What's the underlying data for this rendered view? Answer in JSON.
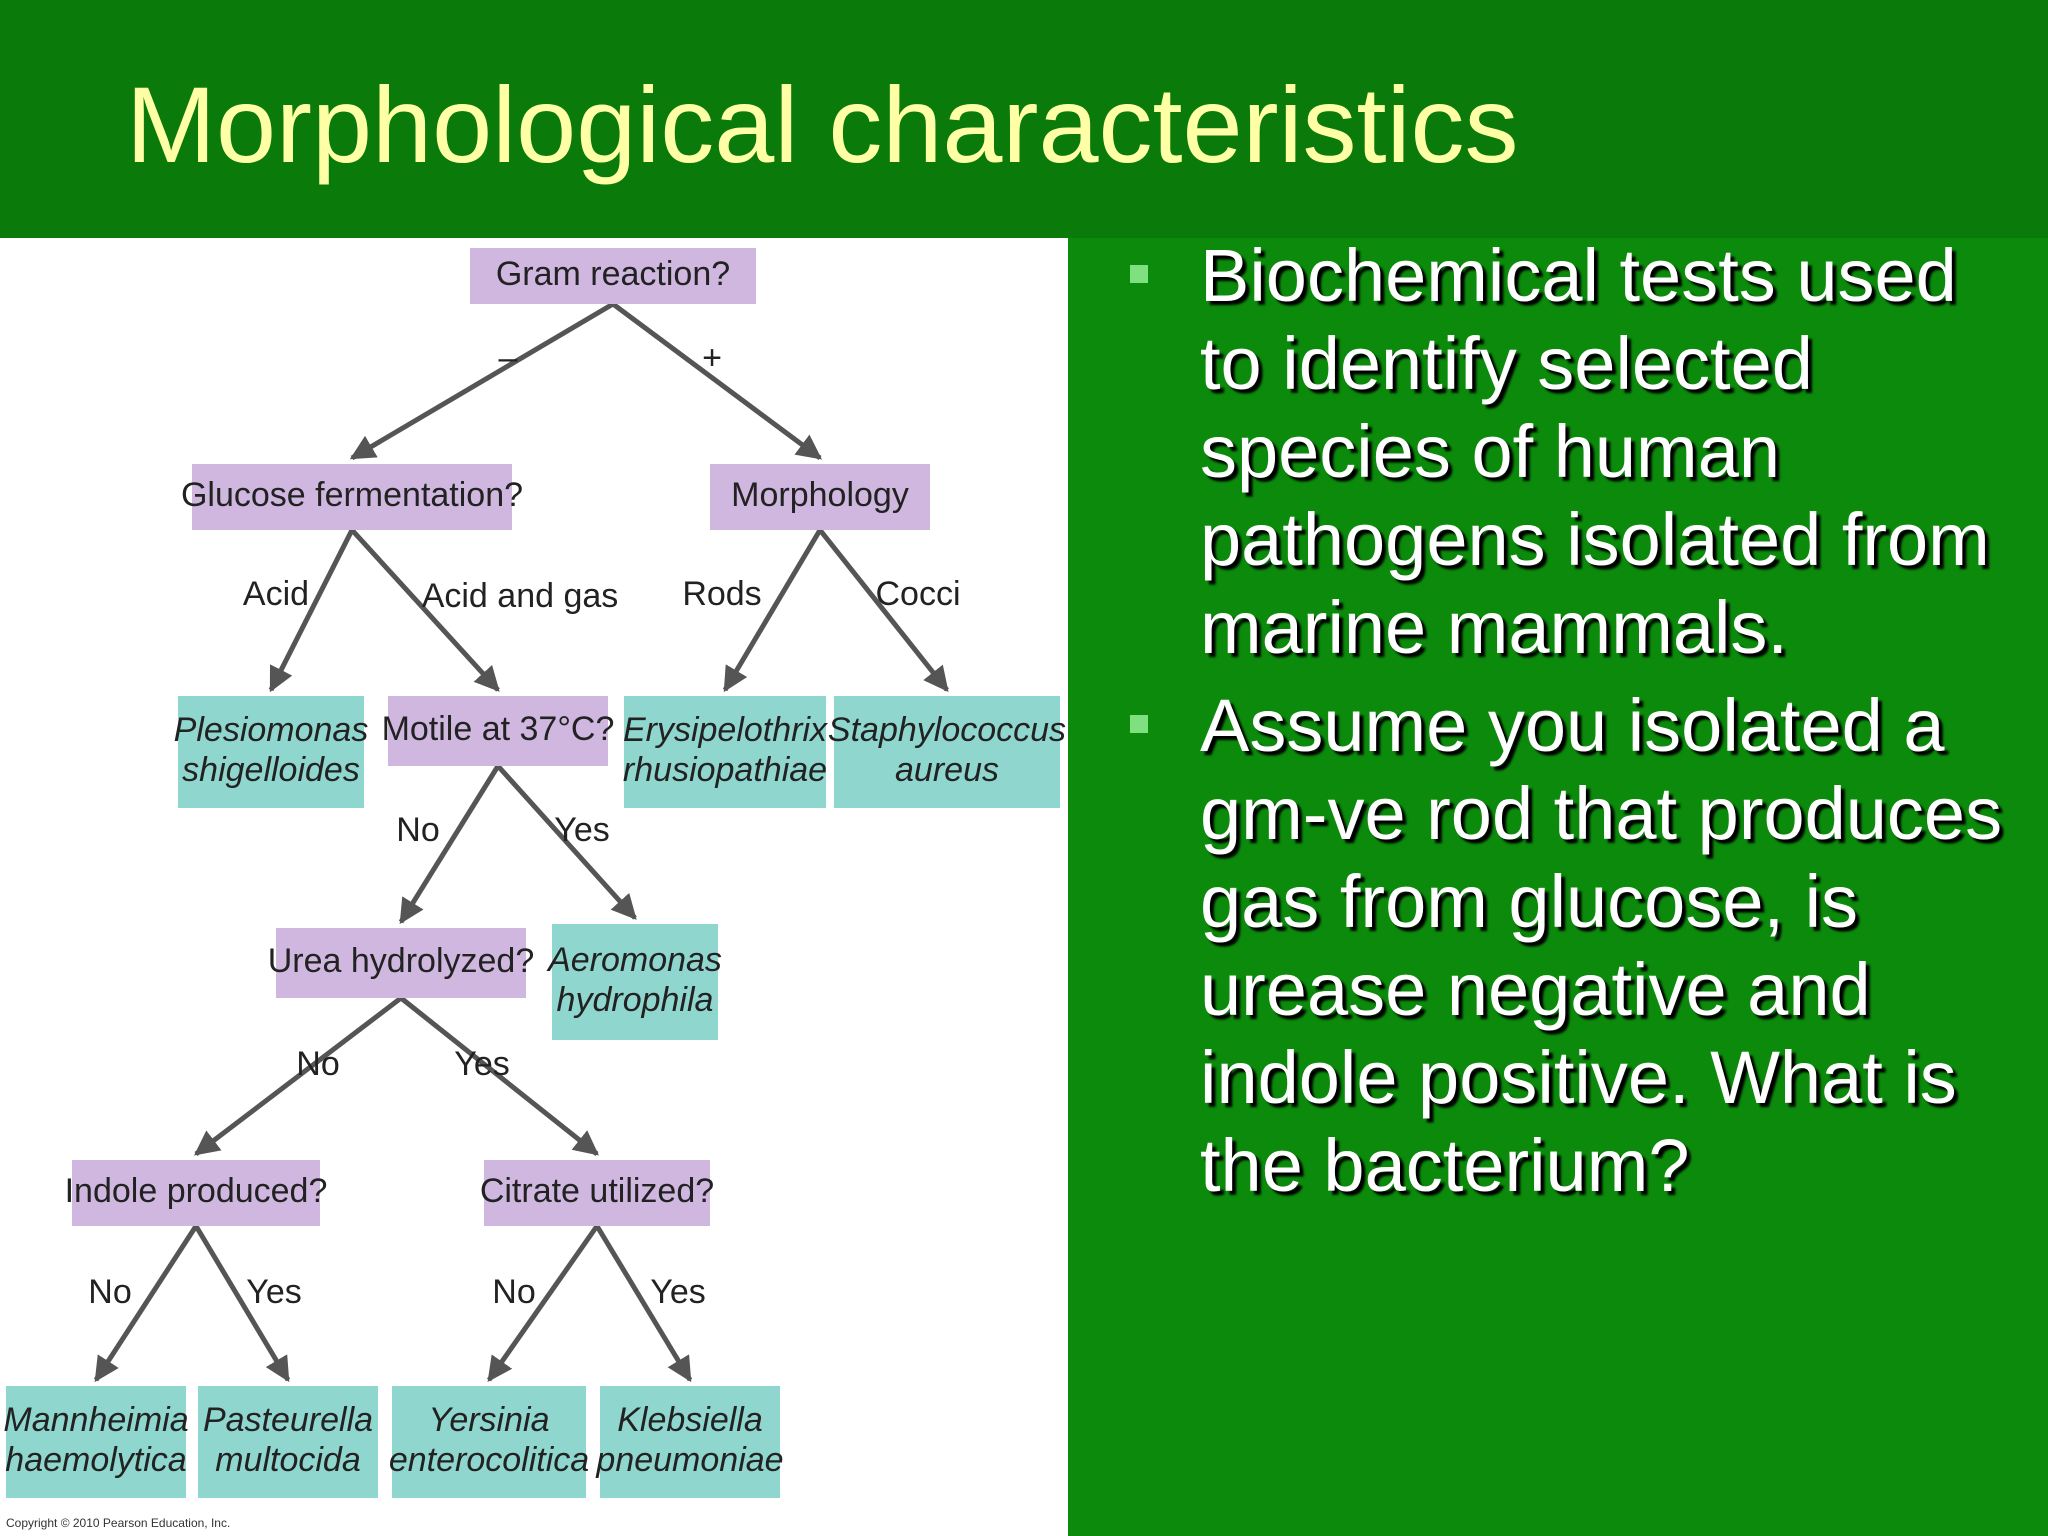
{
  "slide": {
    "title": "Morphological characteristics",
    "colors": {
      "background": "#0b8a0b",
      "title": "#ffffa6",
      "question_node": "#cfb7e0",
      "answer_node": "#8fd6ce"
    }
  },
  "diagram": {
    "nodes": {
      "gram": {
        "lines": [
          "Gram reaction?"
        ],
        "kind": "question"
      },
      "glucose": {
        "lines": [
          "Glucose fermentation?"
        ],
        "kind": "question"
      },
      "morphology": {
        "lines": [
          "Morphology"
        ],
        "kind": "question"
      },
      "plesiomonas": {
        "lines": [
          "Plesiomonas",
          "shigelloides"
        ],
        "kind": "answer"
      },
      "motile": {
        "lines": [
          "Motile at 37°C?"
        ],
        "kind": "question"
      },
      "erysipelothrix": {
        "lines": [
          "Erysipelothrix",
          "rhusiopathiae"
        ],
        "kind": "answer"
      },
      "staphylococcus": {
        "lines": [
          "Staphylococcus",
          "aureus"
        ],
        "kind": "answer"
      },
      "urea": {
        "lines": [
          "Urea hydrolyzed?"
        ],
        "kind": "question"
      },
      "aeromonas": {
        "lines": [
          "Aeromonas",
          "hydrophila"
        ],
        "kind": "answer"
      },
      "indole": {
        "lines": [
          "Indole produced?"
        ],
        "kind": "question"
      },
      "citrate": {
        "lines": [
          "Citrate utilized?"
        ],
        "kind": "question"
      },
      "mannheimia": {
        "lines": [
          "Mannheimia",
          "haemolytica"
        ],
        "kind": "answer"
      },
      "pasteurella": {
        "lines": [
          "Pasteurella",
          "multocida"
        ],
        "kind": "answer"
      },
      "yersinia": {
        "lines": [
          "Yersinia",
          "enterocolitica"
        ],
        "kind": "answer"
      },
      "klebsiella": {
        "lines": [
          "Klebsiella",
          "pneumoniae"
        ],
        "kind": "answer"
      }
    },
    "edges": [
      {
        "from": "gram",
        "to": "glucose",
        "label": "–"
      },
      {
        "from": "gram",
        "to": "morphology",
        "label": "+"
      },
      {
        "from": "glucose",
        "to": "plesiomonas",
        "label": "Acid"
      },
      {
        "from": "glucose",
        "to": "motile",
        "label": "Acid and gas"
      },
      {
        "from": "morphology",
        "to": "erysipelothrix",
        "label": "Rods"
      },
      {
        "from": "morphology",
        "to": "staphylococcus",
        "label": "Cocci"
      },
      {
        "from": "motile",
        "to": "urea",
        "label": "No"
      },
      {
        "from": "motile",
        "to": "aeromonas",
        "label": "Yes"
      },
      {
        "from": "urea",
        "to": "indole",
        "label": "No"
      },
      {
        "from": "urea",
        "to": "citrate",
        "label": "Yes"
      },
      {
        "from": "indole",
        "to": "mannheimia",
        "label": "No"
      },
      {
        "from": "indole",
        "to": "pasteurella",
        "label": "Yes"
      },
      {
        "from": "citrate",
        "to": "yersinia",
        "label": "No"
      },
      {
        "from": "citrate",
        "to": "klebsiella",
        "label": "Yes"
      }
    ],
    "copyright": "Copyright © 2010 Pearson Education, Inc."
  },
  "bullets": [
    "Biochemical tests used to identify selected species of human pathogens isolated from marine mammals.",
    "Assume you isolated a gm-ve rod that produces gas from glucose, is urease negative and indole positive. What is the bacterium?"
  ]
}
